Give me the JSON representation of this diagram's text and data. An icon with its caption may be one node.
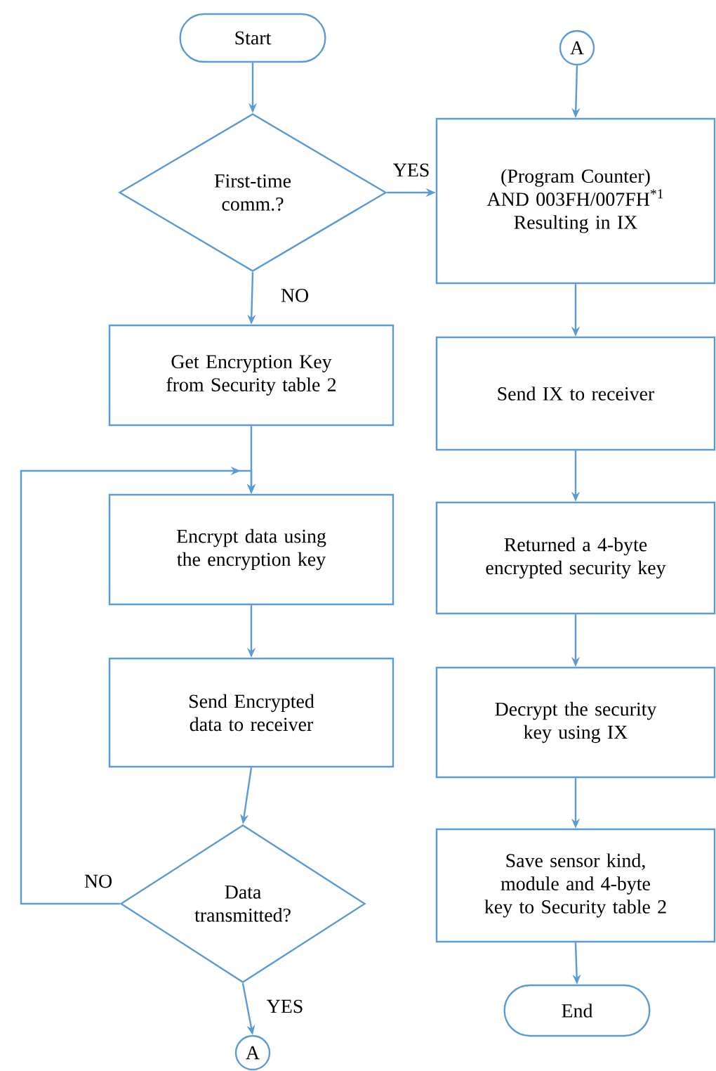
{
  "diagram": {
    "nodes": [
      {
        "text": [
          "Start"
        ]
      },
      {
        "text": [
          "First-time comm.?"
        ]
      },
      {
        "text": [
          "Get Encryption Key from Security table 2"
        ]
      },
      {
        "text": [
          "Encrypt data using the encryption key"
        ]
      },
      {
        "text": [
          "Send Encrypted data to receiver"
        ]
      },
      {
        "text": [
          "Data transmitted?"
        ]
      },
      {
        "text": [
          "A"
        ]
      },
      {
        "text": [
          "A"
        ]
      },
      {
        "text": [
          "(Program Counter) AND 003FH/007FH$^{*1}$ Resulting in IX"
        ]
      },
      {
        "text": [
          "Send IX to receiver"
        ]
      },
      {
        "text": [
          "Returned a 4-byte encrypted security key"
        ]
      },
      {
        "text": [
          "Decrypt the security key using IX"
        ]
      },
      {
        "text": [
          "Save sensor kind, module and 4-byte key to Security table 2"
        ]
      },
      {
        "text": [
          "End"
        ]
      }
    ],
    "edges": [
      {
        "from": 0,
        "to": 1,
        "arrow": "to"
      },
      {
        "from": 1,
        "to": 8,
        "arrow": "to",
        "label": "YES"
      },
      {
        "from": 1,
        "to": 2,
        "arrow": "to",
        "label": "NO"
      },
      {
        "from": 2,
        "to": 3,
        "arrow": "to"
      },
      {
        "from": 3,
        "to": 4,
        "arrow": "to"
      },
      {
        "from": 4,
        "to": 5,
        "arrow": "to"
      },
      {
        "from": 5,
        "to": 3,
        "arrow": "to",
        "label": "NO"
      },
      {
        "from": 5,
        "to": 6,
        "arrow": "to",
        "label": "YES"
      },
      {
        "from": 7,
        "to": 8,
        "arrow": "to"
      },
      {
        "from": 8,
        "to": 9,
        "arrow": "to"
      },
      {
        "from": 9,
        "to": 10,
        "arrow": "to"
      },
      {
        "from": 10,
        "to": 11,
        "arrow": "to"
      },
      {
        "from": 11,
        "to": 12,
        "arrow": "to"
      },
      {
        "from": 12,
        "to": 13,
        "arrow": "to"
      }
    ]
  }
}
